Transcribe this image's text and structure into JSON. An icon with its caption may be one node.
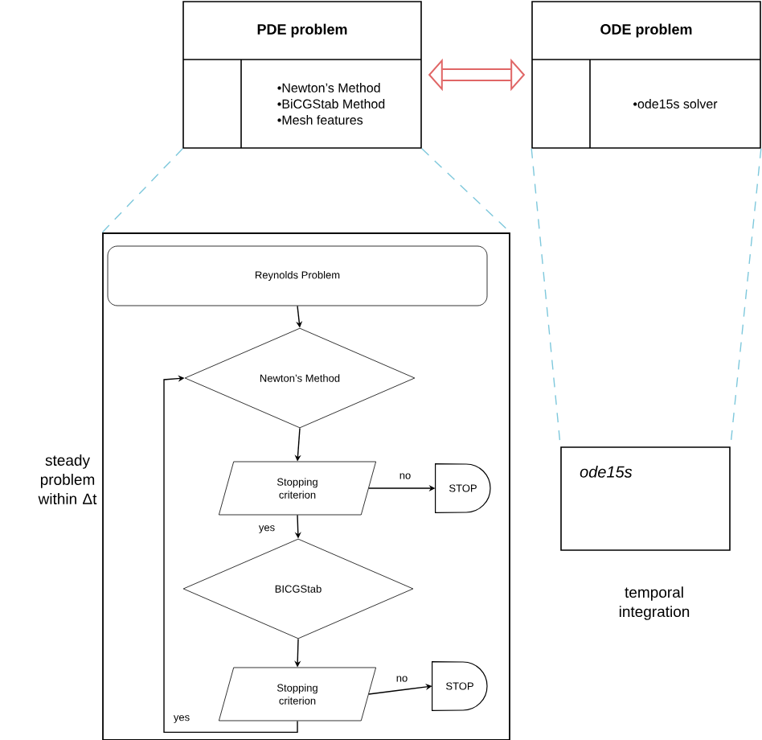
{
  "diagram": {
    "nodes": [
      {
        "text": [
          "PDE problem",
          "•Newton’s Method",
          "•BiCGStab Method",
          "•Mesh features"
        ]
      },
      {
        "text": [
          "ODE problem",
          "•ode15s solver"
        ]
      },
      {
        "text": [],
        "shape": "box"
      },
      {
        "text": [
          "Reynolds Problem"
        ],
        "in": 2
      },
      {
        "text": [
          "Newton’s Method"
        ],
        "in": 2
      },
      {
        "text": [
          "Stopping criterion"
        ],
        "in": 2
      },
      {
        "text": [
          "STOP"
        ],
        "in": 2
      },
      {
        "text": [
          "BICGStab"
        ],
        "in": 2
      },
      {
        "text": [
          "Stopping criterion"
        ],
        "in": 2
      },
      {
        "text": [
          "STOP"
        ],
        "in": 2
      },
      {
        "text": [
          "ode15s"
        ]
      }
    ],
    "edges": [
      {
        "from": 0,
        "to": 1,
        "arrow": "both",
        "style": "thick",
        "color": "#e06666"
      },
      {
        "from": 0,
        "to": 2,
        "arrow": "none",
        "style": "dashed",
        "color": "#7ec8dc"
      },
      {
        "from": 0,
        "to": 2,
        "arrow": "none",
        "style": "dashed",
        "color": "#7ec8dc"
      },
      {
        "from": 1,
        "to": 10,
        "arrow": "none",
        "style": "dashed",
        "color": "#7ec8dc"
      },
      {
        "from": 1,
        "to": 10,
        "arrow": "none",
        "style": "dashed",
        "color": "#7ec8dc"
      },
      {
        "from": 3,
        "to": 4,
        "arrow": "to"
      },
      {
        "from": 4,
        "to": 5,
        "arrow": "to"
      },
      {
        "from": 5,
        "to": 6,
        "arrow": "to",
        "label": "no"
      },
      {
        "from": 5,
        "to": 7,
        "arrow": "to",
        "label": "yes"
      },
      {
        "from": 7,
        "to": 8,
        "arrow": "to"
      },
      {
        "from": 8,
        "to": 9,
        "arrow": "to",
        "label": "no"
      },
      {
        "from": 8,
        "to": 4,
        "arrow": "to",
        "label": "yes"
      }
    ],
    "labels": [
      "steady problem within Δt",
      "temporal integration"
    ]
  }
}
